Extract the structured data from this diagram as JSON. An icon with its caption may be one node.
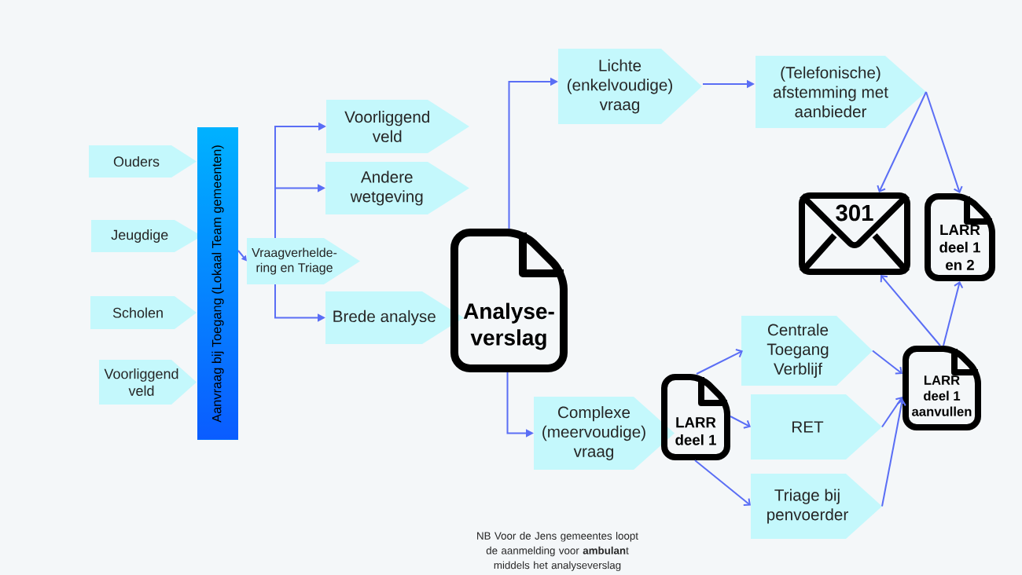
{
  "diagram": {
    "nodes": [
      {
        "text": [
          "Ouders"
        ]
      },
      {
        "text": [
          "Jeugdige"
        ]
      },
      {
        "text": [
          "Scholen"
        ]
      },
      {
        "text": [
          "Voorliggend veld"
        ]
      },
      {
        "text": [
          "Aanvraag bij Toegang (Lokaal Team gemeenten)"
        ]
      },
      {
        "text": [
          "Vraagverhelde- ring en Triage"
        ]
      },
      {
        "text": [
          "Voorliggend veld"
        ]
      },
      {
        "text": [
          "Andere wetgeving"
        ]
      },
      {
        "text": [
          "Brede analyse"
        ]
      },
      {
        "text": [
          "Analyse- verslag"
        ]
      },
      {
        "text": [
          "Lichte (enkelvoudige) vraag"
        ]
      },
      {
        "text": [
          "(Telefonische) afstemming met aanbieder"
        ]
      },
      {
        "text": [
          "301"
        ]
      },
      {
        "text": [
          "LARR deel 1 en 2"
        ]
      },
      {
        "text": [
          "Complexe (meervoudige) vraag"
        ]
      },
      {
        "text": [
          "LARR deel 1"
        ]
      },
      {
        "text": [
          "Centrale Toegang Verblijf"
        ]
      },
      {
        "text": [
          "RET"
        ]
      },
      {
        "text": [
          "Triage bij penvoerder"
        ]
      },
      {
        "text": [
          "LARR deel 1 aanvullen"
        ]
      }
    ],
    "edges": [
      {
        "from": 4,
        "to": 5,
        "arrow": "to"
      },
      {
        "from": 5,
        "to": 6,
        "arrow": "to"
      },
      {
        "from": 5,
        "to": 7,
        "arrow": "to"
      },
      {
        "from": 5,
        "to": 8,
        "arrow": "to"
      },
      {
        "from": 9,
        "to": 10,
        "arrow": "to"
      },
      {
        "from": 9,
        "to": 14,
        "arrow": "to"
      },
      {
        "from": 10,
        "to": 11,
        "arrow": "to"
      },
      {
        "from": 11,
        "to": 12,
        "arrow": "to"
      },
      {
        "from": 11,
        "to": 13,
        "arrow": "to"
      },
      {
        "from": 15,
        "to": 16,
        "arrow": "to"
      },
      {
        "from": 15,
        "to": 17,
        "arrow": "to"
      },
      {
        "from": 15,
        "to": 18,
        "arrow": "to"
      },
      {
        "from": 16,
        "to": 19,
        "arrow": "to"
      },
      {
        "from": 17,
        "to": 19,
        "arrow": "to"
      },
      {
        "from": 18,
        "to": 19,
        "arrow": "to"
      },
      {
        "from": 19,
        "to": 12,
        "arrow": "to"
      },
      {
        "from": 19,
        "to": 13,
        "arrow": "to"
      }
    ],
    "labels": [
      "NB Voor de Jens gemeentes loopt de aanmelding voor **ambulan**t middels het analyseverslag"
    ]
  }
}
